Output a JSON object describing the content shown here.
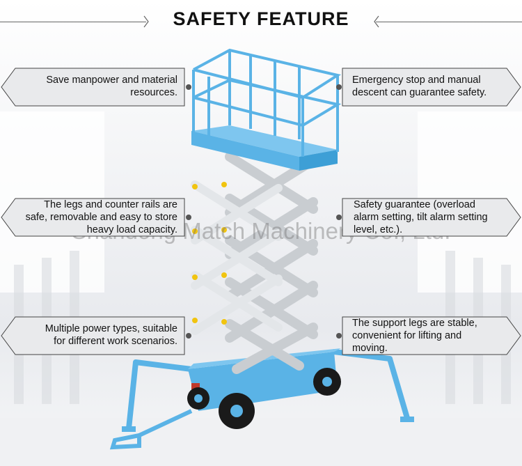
{
  "title": "SAFETY FEATURE",
  "watermark": "Shandong Match Machinery Co., Ltd.",
  "colors": {
    "lift_blue": "#5ab3e6",
    "scissor_gray": "#c9cdd1",
    "callout_fill": "#e9eaec"
  },
  "features": {
    "left": [
      {
        "lines": [
          "Save manpower and material",
          "resources."
        ]
      },
      {
        "lines": [
          "The legs and counter rails are",
          "safe, removable and easy to store",
          "heavy load capacity."
        ]
      },
      {
        "lines": [
          "Multiple power types, suitable",
          "for different work scenarios."
        ]
      }
    ],
    "right": [
      {
        "lines": [
          "Emergency stop and manual",
          "descent can guarantee safety."
        ]
      },
      {
        "lines": [
          "Safety guarantee (overload",
          "alarm setting, tilt alarm setting",
          "level, etc.)."
        ]
      },
      {
        "lines": [
          "The support legs are stable,",
          "convenient for lifting and",
          "moving."
        ]
      }
    ]
  }
}
